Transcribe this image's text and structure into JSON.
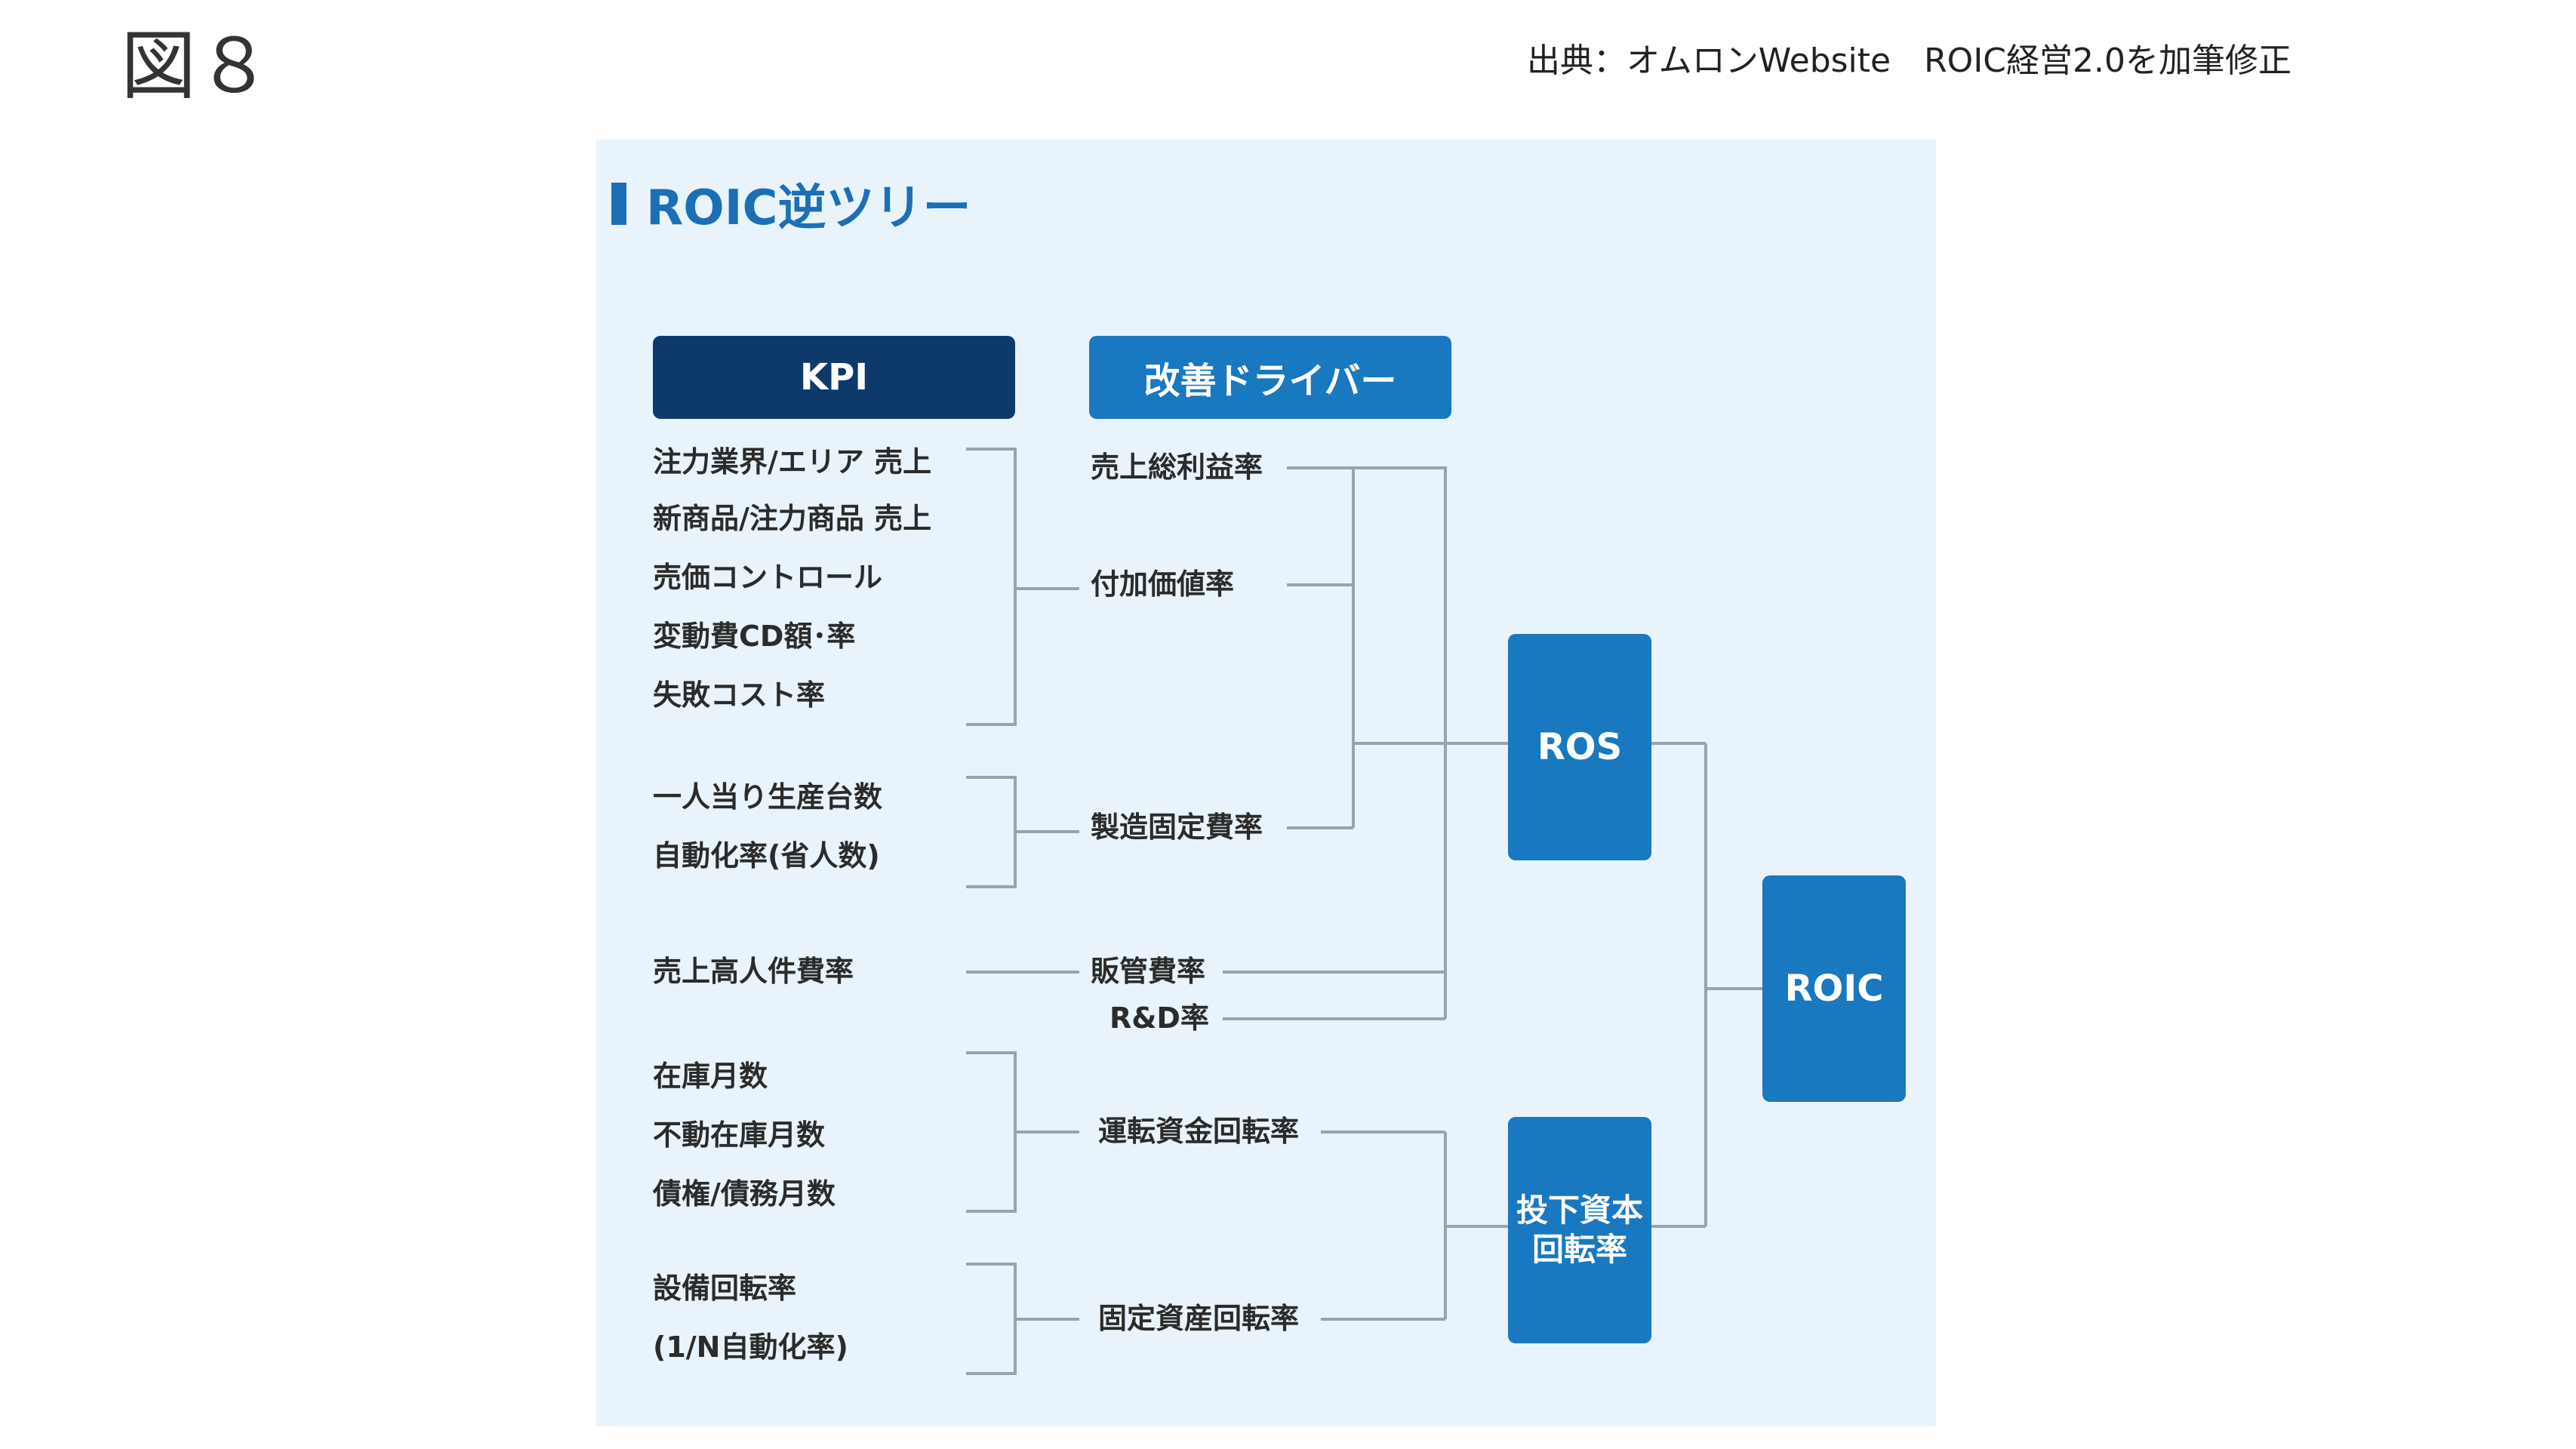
{
  "slide_label": "図８",
  "source_note": "出典：オムロンWebsite　ROIC経営2.0を加筆修正",
  "panel_title": "ROIC逆ツリー",
  "headers": {
    "kpi": "KPI",
    "driver": "改善ドライバー"
  },
  "kpis": [
    "注力業界/エリア 売上",
    "新商品/注力商品 売上",
    "売価コントロール",
    "変動費CD額･率",
    "失敗コスト率",
    "一人当り生産台数",
    "自動化率(省人数)",
    "売上高人件費率",
    "在庫月数",
    "不動在庫月数",
    "債権/債務月数",
    "設備回転率",
    "(1/N自動化率)"
  ],
  "drivers": [
    "売上総利益率",
    "付加価値率",
    "製造固定費率",
    "販管費率",
    "R&D率",
    "運転資金回転率",
    "固定資産回転率"
  ],
  "nodes": {
    "ros": "ROS",
    "roic": "ROIC",
    "turnover": "投下資本回転率"
  },
  "colors": {
    "dark_navy": "#0e3a6b",
    "blue": "#1878c0",
    "panel_bg": "#e8f3fb",
    "connector": "#9aa3ab"
  }
}
